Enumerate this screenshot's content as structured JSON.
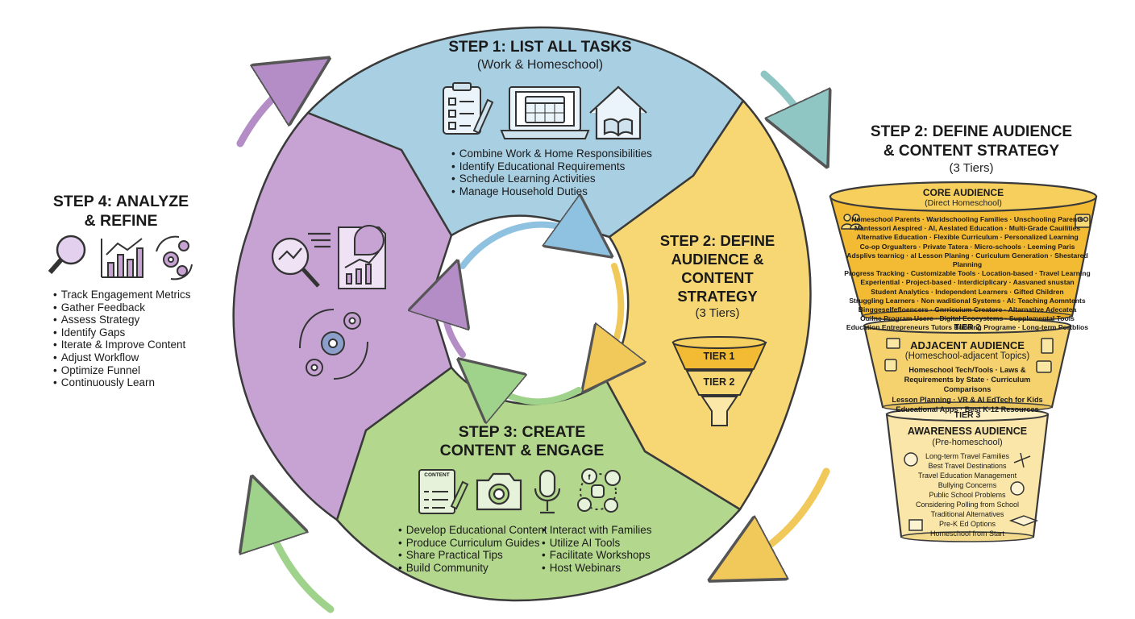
{
  "step1": {
    "title": "STEP 1: LIST ALL TASKS",
    "subtitle": "(Work & Homeschool)",
    "items": [
      "Combine Work & Home Responsibilities",
      "Identify Educational Requirements",
      "Schedule Learning Activities",
      "Manage Household Duties"
    ]
  },
  "step2_wheel": {
    "title_lines": [
      "STEP 2: DEFINE",
      "AUDIENCE &",
      "CONTENT",
      "STRATEGY"
    ],
    "subtitle": "(3 Tiers)",
    "funnel_labels": [
      "TIER 1",
      "TIER 2"
    ]
  },
  "step3": {
    "title_lines": [
      "STEP 3: CREATE",
      "CONTENT & ENGAGE"
    ],
    "content_icon_label": "CONTENT",
    "items_left": [
      "Develop Educational Content",
      "Produce Curriculum Guides",
      "Share Practical Tips",
      "Build Community"
    ],
    "items_right": [
      "Interact with Families",
      "Utilize AI Tools",
      "Facilitate Workshops",
      "Host Webinars"
    ]
  },
  "step4": {
    "title_lines": [
      "STEP 4: ANALYZE",
      "& REFINE"
    ],
    "items": [
      "Track Engagement Metrics",
      "Gather Feedback",
      "Assess Strategy",
      "Identify Gaps",
      "Iterate & Improve Content",
      "Adjust Workflow",
      "Optimize Funnel",
      "Continuously Learn"
    ]
  },
  "step2_panel": {
    "title_lines": [
      "STEP 2: DEFINE AUDIENCE",
      "& CONTENT STRATEGY"
    ],
    "subtitle": "(3 Tiers)",
    "core": {
      "title": "CORE AUDIENCE",
      "subtitle": "(Direct Homeschool)",
      "lines": [
        "Homeschool Parents · Waridschooling Families · Unschooling Parents",
        "Mantessori Aespired · Al, Aeslated Education · Multi·Grade Cauilities",
        "Alternative Education · Flexible Curriculum · Personalized Learning",
        "Co-op Orgualters · Private Tatera · Micro-schools · Leeming Paris",
        "Adsplivs tearniсg · al Lesson Planing · Curiculum Generation · Shestared Planning",
        "Progress Tracking · Customizable Tools · Location-based · Travel Learning",
        "Experiential · Project-based · Interdiciplicary · Aasvaned snustan",
        "Student Analytics · Independent Learners · Gifted Children",
        "Struggling Learners · Non waditional Systems · Al: Teaching Aomntents",
        "Binggeselfefloencers · Gnrricuium Creatore · Altarnative Adecatea",
        "Ouilne Program Usere · Digital Ecoeystems · Supplemental Tools",
        "Education Entrepreneurs Tutors Building Programe · Long-term Portblios"
      ]
    },
    "adjacent": {
      "tier_label": "TIER 2",
      "title": "ADJACENT AUDIENCE",
      "subtitle": "(Homeschool-adjacent Topics)",
      "lines": [
        "Homeschool Tech/Tools · Laws &",
        "Requirements by State · Curriculum Comparisons",
        "Lesson Planning · VR & AI EdTech for Kids",
        "Educational Apps · Best K-12 Resources"
      ]
    },
    "awareness": {
      "tier_label": "TIER 3",
      "title": "AWARENESS AUDIENCE",
      "subtitle": "(Pre-homeschool)",
      "lines": [
        "Long-term Travel Families",
        "Best Travel Destinations",
        "Travel Education Management",
        "Bullying Concerns",
        "Public School Problems",
        "Considering Polling from School",
        "Traditional Alternatives",
        "Pre-K Ed Options",
        "Homeschool from Start"
      ]
    }
  },
  "colors": {
    "step1_blue": "#a9cfe3",
    "step2_yellow": "#f6d774",
    "step3_green": "#b4d78e",
    "step4_purple": "#c7a3d3",
    "funnel_gold": "#f2bb33",
    "outline": "#3a3a3a"
  }
}
